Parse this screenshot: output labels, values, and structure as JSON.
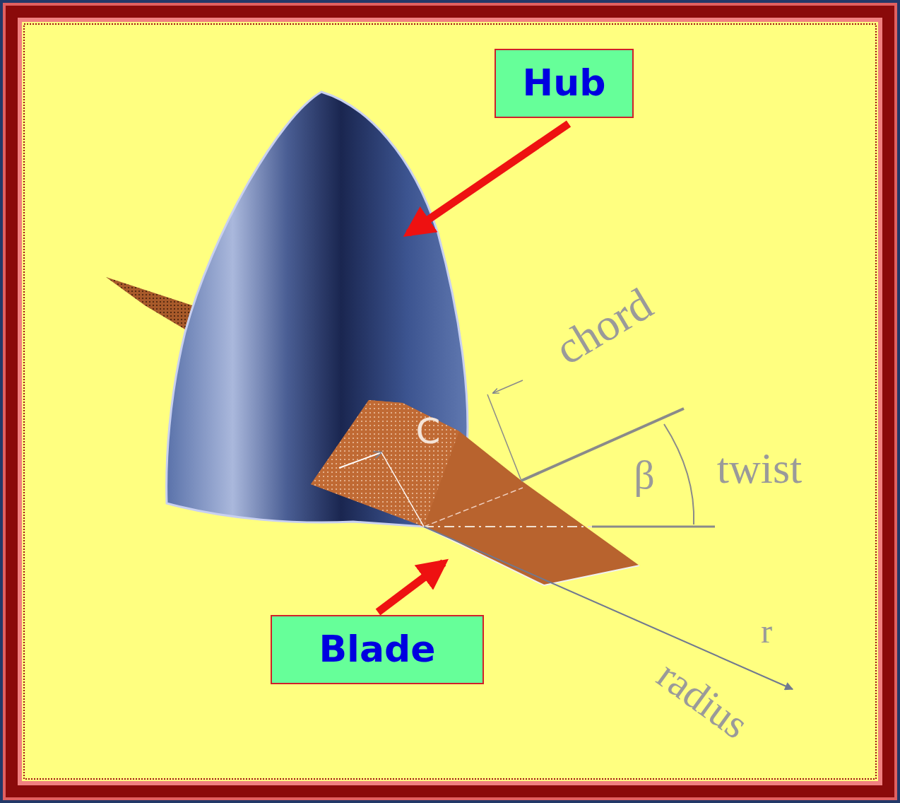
{
  "diagram": {
    "nodes": [
      {
        "text": [
          "Hub"
        ]
      },
      {
        "text": [
          "Blade"
        ]
      }
    ],
    "labels": [
      "chord",
      "C",
      "β",
      "twist",
      "r",
      "radius"
    ]
  }
}
